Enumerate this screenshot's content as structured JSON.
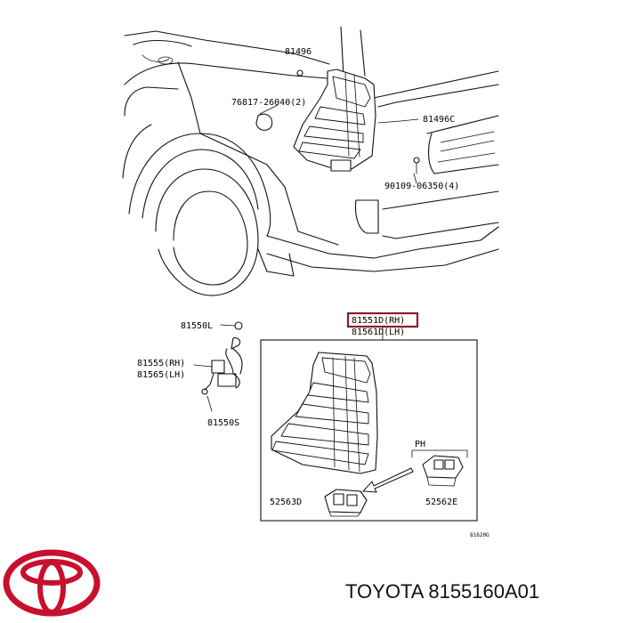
{
  "colors": {
    "brand_red": "#c8102e",
    "highlight_border": "#8b1a2b",
    "line": "#111111"
  },
  "vehicle_view": {
    "labels": {
      "p81496": "81496",
      "p76817": "76817-26040(2)",
      "p81496c": "81496C",
      "p90109": "90109-06350(4)"
    }
  },
  "assembly_view": {
    "labels": {
      "p81550l": "81550L",
      "p81555": "81555(RH)",
      "p81565": "81565(LH)",
      "p81550s": "81550S",
      "p81551d": "81551D(RH)",
      "p81561d": "81561D(LH)",
      "ph": "PH",
      "p52563d": "52563D",
      "p52562e": "52562E",
      "figure_no": "81620G"
    }
  },
  "footer": {
    "logo_icon": "toyota-logo",
    "brand": "TOYOTA",
    "part_number": "8155160A01"
  }
}
